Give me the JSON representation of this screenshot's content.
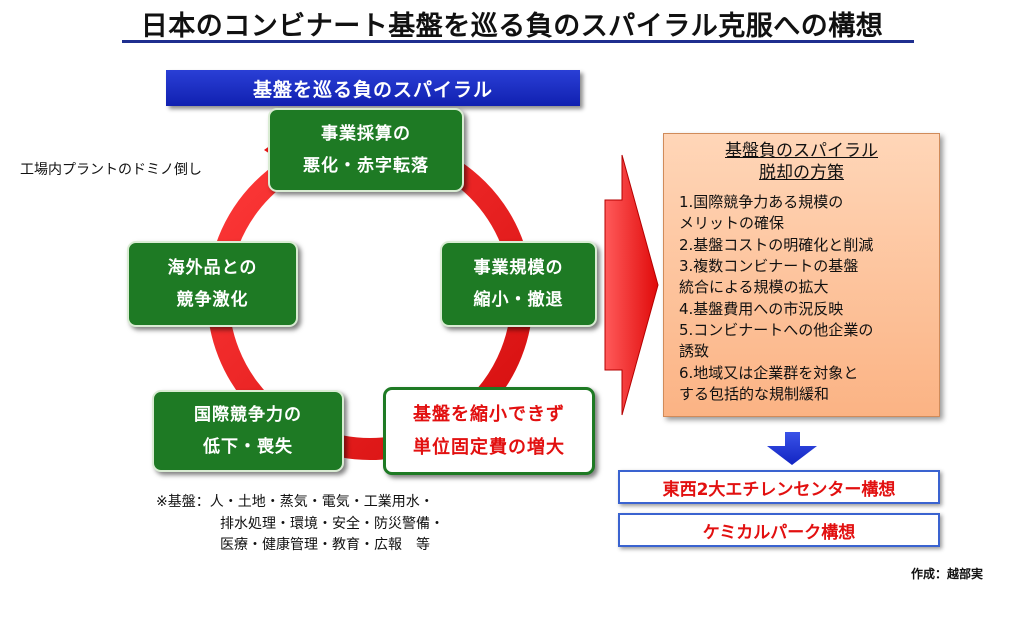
{
  "title": "日本のコンビナート基盤を巡る負のスパイラル克服への構想",
  "cycle": {
    "banner": "基盤を巡る負のスパイラル",
    "top_line1": "事業採算の",
    "top_line2": "悪化・赤字転落",
    "right_line1": "事業規模の",
    "right_line2": "縮小・撤退",
    "bottomright_line1": "基盤を縮小できず",
    "bottomright_line2": "単位固定費の増大",
    "bottomleft_line1": "国際競争力の",
    "bottomleft_line2": "低下・喪失",
    "left_line1": "海外品との",
    "left_line2": "競争激化",
    "domino_label": "工場内プラントのドミノ倒し"
  },
  "footnote": {
    "line1": "※基盤：人・土地・蒸気・電気・工業用水・",
    "line2": "排水処理・環境・安全・防災警備・",
    "line3": "医療・健康管理・教育・広報　等"
  },
  "policy": {
    "heading_line1": "基盤負のスパイラル",
    "heading_line2": "脱却の方策",
    "items": [
      "1.国際競争力ある規模の",
      "メリットの確保",
      "2.基盤コストの明確化と削減",
      "3.複数コンビナートの基盤",
      "統合による規模の拡大",
      "4.基盤費用への市況反映",
      "5.コンビナートへの他企業の",
      "誘致",
      "6.地域又は企業群を対象と",
      "する包括的な規制緩和"
    ]
  },
  "results": {
    "concept1": "東西2大エチレンセンター構想",
    "concept2": "ケミカルパーク構想"
  },
  "credit": "作成：越部実",
  "colors": {
    "green": "#1e7a24",
    "ring_red": "#ee1c1c",
    "banner_blue": "#1a2fd0",
    "orange_fill": "#fbc39e",
    "text_red": "#e21010"
  }
}
